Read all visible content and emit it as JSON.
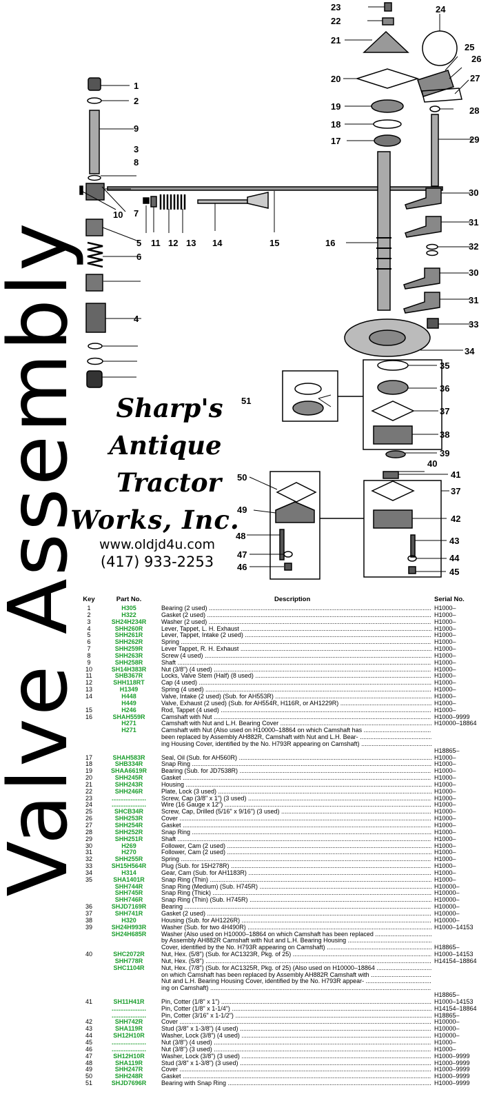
{
  "page_title": "Valve Assembly",
  "dealer": {
    "name_lines": [
      "Sharp's",
      "Antique",
      "Tractor",
      "Works, Inc."
    ],
    "url": "www.oldjd4u.com",
    "phone": "(417) 933-2253"
  },
  "callouts": [
    "1",
    "2",
    "3",
    "4",
    "5",
    "6",
    "7",
    "8",
    "9",
    "10",
    "11",
    "12",
    "13",
    "14",
    "15",
    "16",
    "17",
    "18",
    "19",
    "20",
    "21",
    "22",
    "23",
    "24",
    "25",
    "26",
    "27",
    "28",
    "29",
    "30",
    "31",
    "32",
    "33",
    "34",
    "35",
    "36",
    "37",
    "38",
    "39",
    "40",
    "41",
    "42",
    "43",
    "44",
    "45",
    "46",
    "47",
    "48",
    "49",
    "50",
    "51"
  ],
  "table": {
    "headers": {
      "key": "Key",
      "part": "Part No.",
      "description": "Description",
      "serial": "Serial No."
    },
    "rows": [
      {
        "key": "1",
        "part": "H305",
        "desc": "Bearing (2 used)",
        "serial": "H1000–"
      },
      {
        "key": "2",
        "part": "H322",
        "desc": "Gasket (2 used)",
        "serial": "H1000–"
      },
      {
        "key": "3",
        "part": "SH24H234R",
        "desc": "Washer (2 used)",
        "serial": "H1000–"
      },
      {
        "key": "4",
        "part": "SHH260R",
        "desc": "Lever, Tappet, L. H. Exhaust",
        "serial": "H1000–"
      },
      {
        "key": "5",
        "part": "SHH261R",
        "desc": "Lever, Tappet, Intake (2 used)",
        "serial": "H1000–"
      },
      {
        "key": "6",
        "part": "SHH262R",
        "desc": "Spring",
        "serial": "H1000–"
      },
      {
        "key": "7",
        "part": "SHH259R",
        "desc": "Lever Tappet, R. H. Exhaust",
        "serial": "H1000–"
      },
      {
        "key": "8",
        "part": "SHH263R",
        "desc": "Screw (4 used)",
        "serial": "H1000–"
      },
      {
        "key": "9",
        "part": "SHH258R",
        "desc": "Shaft",
        "serial": "H1000–"
      },
      {
        "key": "10",
        "part": "SH14H383R",
        "desc": "Nut (3/8\") (4 used)",
        "serial": "H1000–"
      },
      {
        "key": "11",
        "part": "SHB367R",
        "desc": "Locks, Valve Stem (Half) (8 used)",
        "serial": "H1000–"
      },
      {
        "key": "12",
        "part": "SHH118RT",
        "desc": "Cap (4 used)",
        "serial": "H1000–"
      },
      {
        "key": "13",
        "part": "H1349",
        "desc": "Spring (4 used)",
        "serial": "H1000–"
      },
      {
        "key": "14",
        "part": "H448",
        "desc": "Valve, Intake (2 used) (Sub. for AH553R)",
        "serial": "H1000–"
      },
      {
        "key": "",
        "part": "H449",
        "desc": "Valve, Exhaust (2 used) (Sub. for AH554R, H116R, or AH1229R)",
        "serial": "H1000–"
      },
      {
        "key": "15",
        "part": "H246",
        "desc": "Rod, Tappet (4 used)",
        "serial": "H1000–"
      },
      {
        "key": "16",
        "part": "SHAH559R",
        "desc": "Camshaft with Nut",
        "serial": "H1000–9999"
      },
      {
        "key": "",
        "part": "H271",
        "desc": "Camshaft with Nut and L.H. Bearing Cover",
        "serial": "H10000–18864"
      },
      {
        "key": "",
        "part": "H271",
        "desc": "Camshaft with Nut (Also used on H10000–18864 on which Camshaft has",
        "serial": ""
      },
      {
        "key": "",
        "part": "",
        "desc": "been replaced by Assembly AH882R, Camshaft with Nut and L.H. Bear-",
        "serial": ""
      },
      {
        "key": "",
        "part": "",
        "desc": "ing Housing Cover, identified by the No. H793R appearing on Camshaft)",
        "serial": ""
      },
      {
        "key": "",
        "part": "",
        "desc": "",
        "serial": "H18865–"
      },
      {
        "key": "17",
        "part": "SHAH583R",
        "desc": "Seal, Oil (Sub. for AH560R)",
        "serial": "H1000–"
      },
      {
        "key": "18",
        "part": "SHB334R",
        "desc": "Snap Ring",
        "serial": "H1000–"
      },
      {
        "key": "19",
        "part": "SHAA6619R",
        "desc": "Bearing (Sub. for JD7538R)",
        "serial": "H1000–"
      },
      {
        "key": "20",
        "part": "SHH245R",
        "desc": "Gasket",
        "serial": "H1000–"
      },
      {
        "key": "21",
        "part": "SHH243R",
        "desc": "Housing",
        "serial": "H1000–"
      },
      {
        "key": "22",
        "part": "SHH246R",
        "desc": "Plate, Lock (3 used)",
        "serial": "H1000–"
      },
      {
        "key": "23",
        "part": "....................",
        "desc": "Screw, Cap (3/8\" x 1\") (3 used)",
        "serial": "H1000–"
      },
      {
        "key": "24",
        "part": "....................",
        "desc": "Wire (16 Gauge x 12\")",
        "serial": "H1000–"
      },
      {
        "key": "25",
        "part": "SHCB34R",
        "desc": "Screw, Cap, Drilled (5/16\" x 9/16\") (3 used)",
        "serial": "H1000–"
      },
      {
        "key": "26",
        "part": "SHH253R",
        "desc": "Cover",
        "serial": "H1000–"
      },
      {
        "key": "27",
        "part": "SHH254R",
        "desc": "Gasket",
        "serial": "H1000–"
      },
      {
        "key": "28",
        "part": "SHH252R",
        "desc": "Snap Ring",
        "serial": "H1000–"
      },
      {
        "key": "29",
        "part": "SHH251R",
        "desc": "Shaft",
        "serial": "H1000–"
      },
      {
        "key": "30",
        "part": "H269",
        "desc": "Follower, Cam (2 used)",
        "serial": "H1000–"
      },
      {
        "key": "31",
        "part": "H270",
        "desc": "Follower, Cam (2 used)",
        "serial": "H1000–"
      },
      {
        "key": "32",
        "part": "SHH255R",
        "desc": "Spring",
        "serial": "H1000–"
      },
      {
        "key": "33",
        "part": "SH15H564R",
        "desc": "Plug (Sub. for 15H278R)",
        "serial": "H1000–"
      },
      {
        "key": "34",
        "part": "H314",
        "desc": "Gear, Cam (Sub. for AH1183R)",
        "serial": "H1000–"
      },
      {
        "key": "35",
        "part": "SHA1401R",
        "desc": "Snap Ring (Thin)",
        "serial": "H1000–"
      },
      {
        "key": "",
        "part": "SHH744R",
        "desc": "Snap Ring (Medium) (Sub. H745R)",
        "serial": "H10000–"
      },
      {
        "key": "",
        "part": "SHH745R",
        "desc": "Snap Ring (Thick)",
        "serial": "H10000–"
      },
      {
        "key": "",
        "part": "SHH746R",
        "desc": "Snap Ring (Thin) (Sub. H745R)",
        "serial": "H10000–"
      },
      {
        "key": "36",
        "part": "SHJD7169R",
        "desc": "Bearing",
        "serial": "H10000–"
      },
      {
        "key": "37",
        "part": "SHH741R",
        "desc": "Gasket (2 used)",
        "serial": "H10000–"
      },
      {
        "key": "38",
        "part": "H320",
        "desc": "Housing (Sub. for AH1226R)",
        "serial": "H10000–"
      },
      {
        "key": "39",
        "part": "SH24H993R",
        "desc": "Washer (Sub. for two 4H490R)",
        "serial": "H1000–14153"
      },
      {
        "key": "",
        "part": "SH24H685R",
        "desc": "Washer (Also used on H10000–18864 on which Camshaft has been replaced",
        "serial": ""
      },
      {
        "key": "",
        "part": "",
        "desc": "by Assembly AH882R Camshaft with Nut and L.H. Bearing Housing",
        "serial": ""
      },
      {
        "key": "",
        "part": "",
        "desc": "Cover, identified by the No. H793R appearing on Camshaft)",
        "serial": "H18865–"
      },
      {
        "key": "40",
        "part": "SHC2072R",
        "desc": "Nut, Hex. (5/8\") (Sub. for AC1323R, Pkg. of 25)",
        "serial": "H1000–14153"
      },
      {
        "key": "",
        "part": "SHH778R",
        "desc": "Nut, Hex. (5/8\")",
        "serial": "H14154–18864"
      },
      {
        "key": "",
        "part": "SHC1104R",
        "desc": "Nut, Hex. (7/8\") (Sub. for AC1325R, Pkg. of 25) (Also used on H10000–18864",
        "serial": ""
      },
      {
        "key": "",
        "part": "",
        "desc": "on which Camshaft has been replaced by Assembly AH882R Camshaft with",
        "serial": ""
      },
      {
        "key": "",
        "part": "",
        "desc": "Nut and L.H. Bearing Housing Cover, identified by the No. H793R appear-",
        "serial": ""
      },
      {
        "key": "",
        "part": "",
        "desc": "ing on Camshaft)",
        "serial": ""
      },
      {
        "key": "",
        "part": "",
        "desc": "",
        "serial": "H18865–"
      },
      {
        "key": "41",
        "part": "SH11H41R",
        "desc": "Pin, Cotter (1/8\" x 1\")",
        "serial": "H1000–14153"
      },
      {
        "key": "",
        "part": "....................",
        "desc": "Pin, Cotter (1/8\" x 1-1/4\")",
        "serial": "H14154–18864"
      },
      {
        "key": "",
        "part": "....................",
        "desc": "Pin, Cotter (3/16\" x 1-1/2\")",
        "serial": "H18865–"
      },
      {
        "key": "42",
        "part": "SHH742R",
        "desc": "Cover",
        "serial": "H10000–"
      },
      {
        "key": "43",
        "part": "SHA119R",
        "desc": "Stud (3/8\" x 1-3/8\") (4 used)",
        "serial": "H10000–"
      },
      {
        "key": "44",
        "part": "SH12H10R",
        "desc": "Washer, Lock (3/8\") (4 used)",
        "serial": "H10000–"
      },
      {
        "key": "45",
        "part": "....................",
        "desc": "Nut (3/8\") (4 used)",
        "serial": "H1000–"
      },
      {
        "key": "46",
        "part": "....................",
        "desc": "Nut (3/8\") (3 used)",
        "serial": "H1000–"
      },
      {
        "key": "47",
        "part": "SH12H10R",
        "desc": "Washer, Lock (3/8\") (3 used)",
        "serial": "H1000–9999"
      },
      {
        "key": "48",
        "part": "SHA119R",
        "desc": "Stud (3/8\" x 1-3/8\") (3 used)",
        "serial": "H1000–9999"
      },
      {
        "key": "49",
        "part": "SHH247R",
        "desc": "Cover",
        "serial": "H1000–9999"
      },
      {
        "key": "50",
        "part": "SHH248R",
        "desc": "Gasket",
        "serial": "H1000–9999"
      },
      {
        "key": "51",
        "part": "SHJD7696R",
        "desc": "Bearing with Snap Ring",
        "serial": "H1000–9999"
      }
    ]
  }
}
